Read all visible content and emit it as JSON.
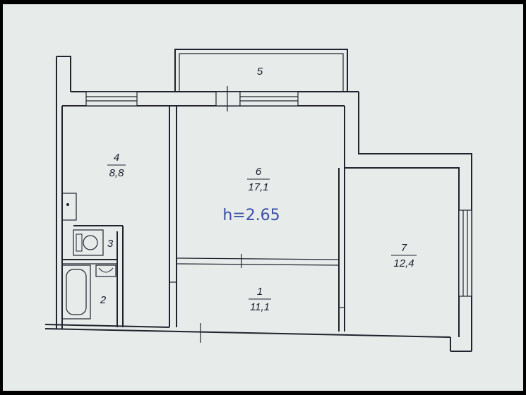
{
  "plan": {
    "height_label": "h=2.65",
    "rooms": [
      {
        "id": "room-1",
        "number": "1",
        "area": "11,1"
      },
      {
        "id": "room-2",
        "number": "2",
        "area": ""
      },
      {
        "id": "room-3",
        "number": "3",
        "area": ""
      },
      {
        "id": "room-4",
        "number": "4",
        "area": "8,8"
      },
      {
        "id": "room-5",
        "number": "5",
        "area": ""
      },
      {
        "id": "room-6",
        "number": "6",
        "area": "17,1"
      },
      {
        "id": "room-7",
        "number": "7",
        "area": "12,4"
      }
    ]
  },
  "colors": {
    "paper": "#e7ebea",
    "ink": "#22232e",
    "height_text": "#3a4fa6",
    "frame": "#000000"
  }
}
